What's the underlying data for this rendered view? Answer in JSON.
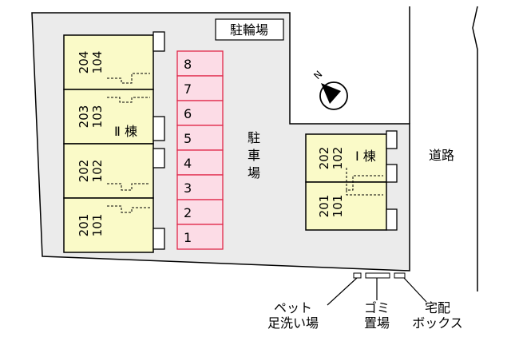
{
  "labels": {
    "bicycle_parking": "駐輪場",
    "parking_lot": "駐\n車\n場",
    "road": "道路",
    "building_2": "Ⅱ 棟",
    "building_1": "Ⅰ 棟",
    "pet_footwash": "ペット\n足洗い場",
    "garbage": "ゴミ\n置場",
    "delivery_box": "宅配\nボックス",
    "north_mark": "N"
  },
  "building_2_units": [
    {
      "id": "unit-204-104",
      "upper": "204",
      "lower": "104"
    },
    {
      "id": "unit-203-103",
      "upper": "203",
      "lower": "103"
    },
    {
      "id": "unit-202-102",
      "upper": "202",
      "lower": "102"
    },
    {
      "id": "unit-201-101",
      "upper": "201",
      "lower": "101"
    }
  ],
  "building_1_units": [
    {
      "id": "unit-202-102",
      "upper": "202",
      "lower": "102"
    },
    {
      "id": "unit-201-101",
      "upper": "201",
      "lower": "101"
    }
  ],
  "parking_slots": [
    "8",
    "7",
    "6",
    "5",
    "4",
    "3",
    "2",
    "1"
  ],
  "colors": {
    "lot": "#ebebeb",
    "unit": "#fafac8",
    "slot_fill": "#fcdce6",
    "slot_border": "#e0284a",
    "outline": "#000000"
  }
}
